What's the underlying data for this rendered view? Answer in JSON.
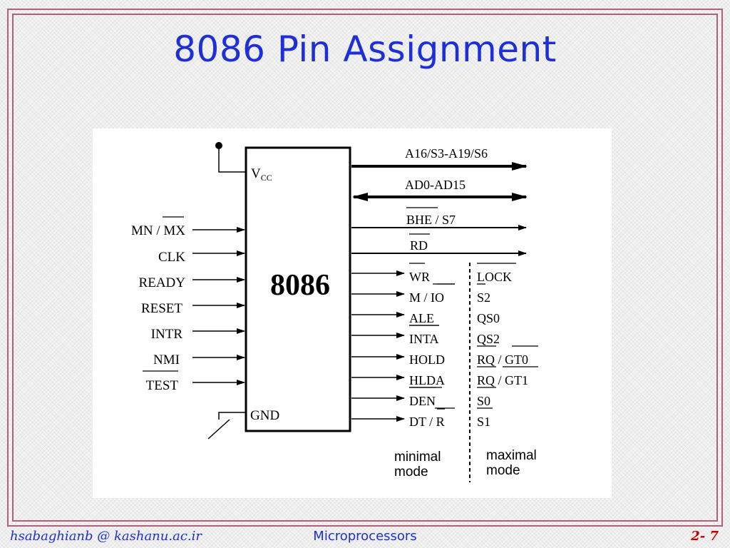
{
  "title": "8086 Pin Assignment",
  "chip": {
    "name": "8086",
    "vcc_main": "V",
    "vcc_sub": "CC",
    "gnd": "GND"
  },
  "inputs": [
    "MN / MX",
    "CLK",
    "READY",
    "RESET",
    "INTR",
    "NMI",
    "TEST"
  ],
  "bus_outputs": [
    "A16/S3-A19/S6",
    "AD0-AD15",
    "BHE / S7",
    "RD"
  ],
  "minimal_pins": [
    "WR",
    "M / IO",
    "ALE",
    "INTA",
    "HOLD",
    "HLDA",
    "DEN",
    "DT / R"
  ],
  "maximal_pins": [
    "LOCK",
    "S2",
    "QS0",
    "QS2",
    "RQ / GT0",
    "RQ / GT1",
    "S0",
    "S1"
  ],
  "mode_labels": {
    "minimal": [
      "minimal",
      "mode"
    ],
    "maximal": [
      "maximal",
      "mode"
    ]
  },
  "footer": {
    "left": "hsabaghianb @ kashanu.ac.ir",
    "center": "Microprocessors",
    "right": "2- 7"
  },
  "colors": {
    "title": "#1e2fd8",
    "frame": "#b0607c",
    "page_number": "#c00000"
  }
}
